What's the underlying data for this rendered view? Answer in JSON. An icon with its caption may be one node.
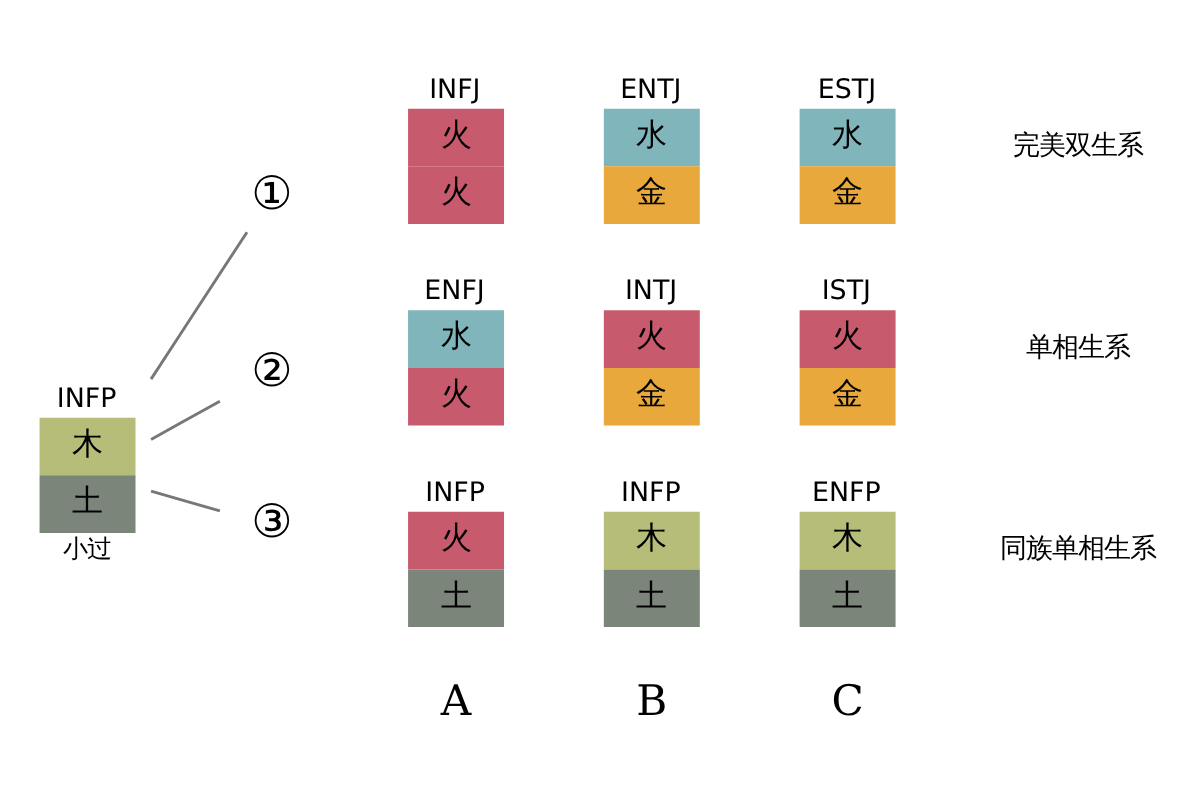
{
  "diagram": {
    "nodes": [
      {
        "text": [
          "INFP",
          "木",
          "土"
        ],
        "beside": [
          "小过"
        ]
      },
      {
        "text": [
          "①"
        ]
      },
      {
        "text": [
          "②"
        ]
      },
      {
        "text": [
          "③"
        ]
      },
      {
        "text": [
          "INFJ",
          "火",
          "火"
        ]
      },
      {
        "text": [
          "ENTJ",
          "水",
          "金"
        ]
      },
      {
        "text": [
          "ESTJ",
          "水",
          "金"
        ]
      },
      {
        "text": [
          "ENFJ",
          "水",
          "火"
        ]
      },
      {
        "text": [
          "INTJ",
          "火",
          "金"
        ]
      },
      {
        "text": [
          "ISTJ",
          "火",
          "金"
        ]
      },
      {
        "text": [
          "INFP",
          "火",
          "土"
        ]
      },
      {
        "text": [
          "INFP",
          "木",
          "土"
        ]
      },
      {
        "text": [
          "ENFP",
          "木",
          "土"
        ]
      }
    ],
    "edges": [
      {
        "from": 0,
        "to": 1,
        "arrow": "none"
      },
      {
        "from": 0,
        "to": 2,
        "arrow": "none"
      },
      {
        "from": 0,
        "to": 3,
        "arrow": "none"
      }
    ],
    "labels": [
      "A",
      "B",
      "C",
      "完美双生系",
      "单相生系",
      "同族单相生系"
    ]
  }
}
